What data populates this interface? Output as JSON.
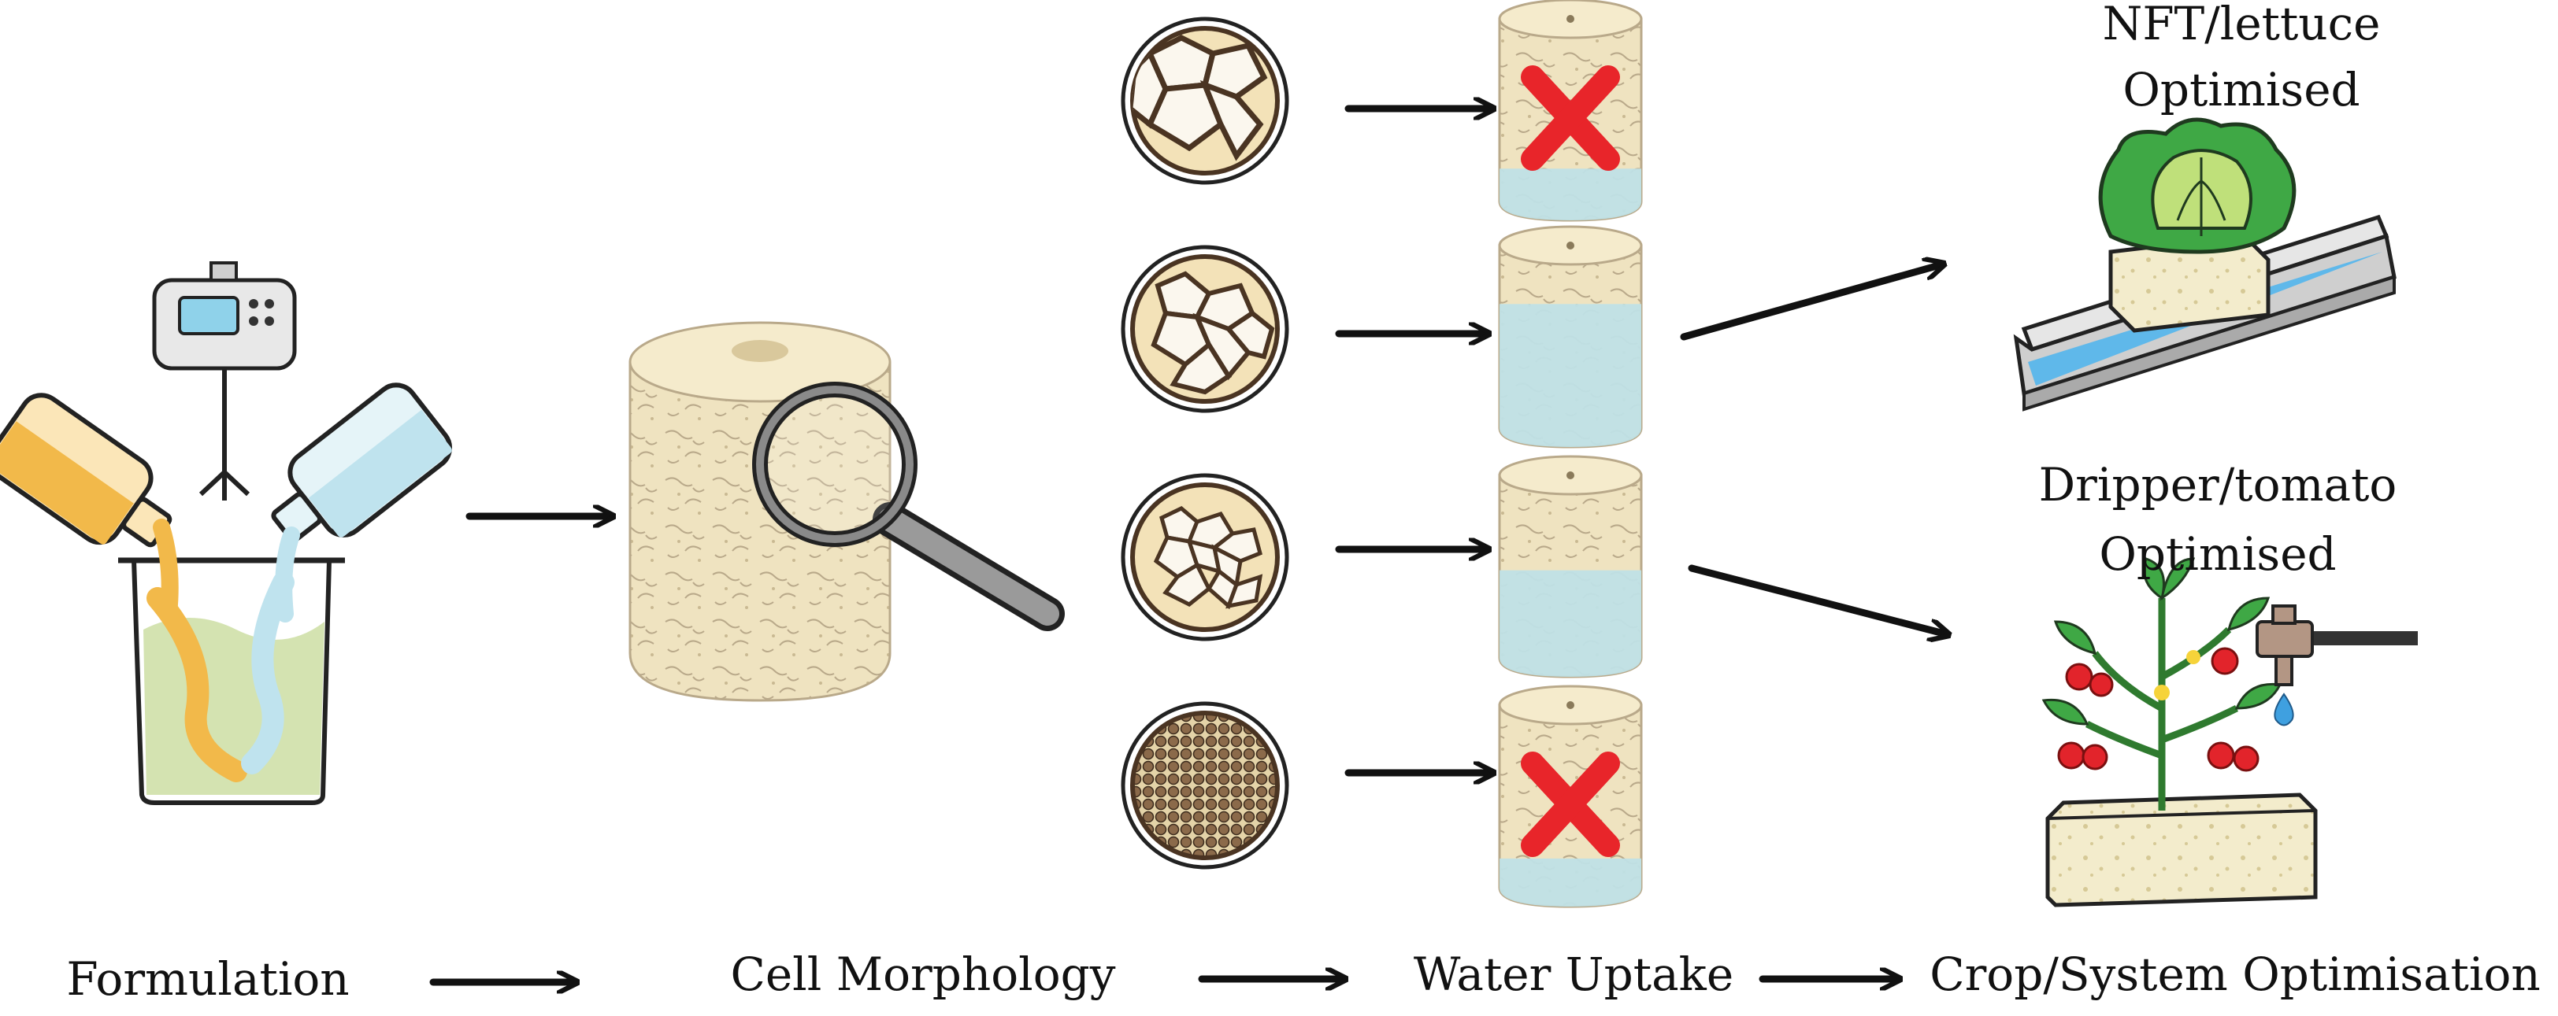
{
  "stages": {
    "formulation": "Formulation",
    "cell_morphology": "Cell Morphology",
    "water_uptake": "Water Uptake",
    "crop_optimisation": "Crop/System Optimisation"
  },
  "outcomes": {
    "nft_line1": "NFT/lettuce",
    "nft_line2": "Optimised",
    "dripper_line1": "Dripper/tomato",
    "dripper_line2": "Optimised"
  },
  "rows": [
    {
      "morphology": "large-cells",
      "uptake_fraction": 0.18,
      "result": "rejected"
    },
    {
      "morphology": "medium-cells",
      "uptake_fraction": 0.68,
      "result": "nft-lettuce"
    },
    {
      "morphology": "mixed-cells",
      "uptake_fraction": 0.48,
      "result": "dripper-tomato"
    },
    {
      "morphology": "fine-cells",
      "uptake_fraction": 0.16,
      "result": "rejected"
    }
  ],
  "icons": [
    "beaker-icon",
    "mixer-icon",
    "bottle-icon",
    "foam-cylinder-icon",
    "magnifier-icon",
    "cross-icon",
    "lettuce-icon",
    "nft-channel-icon",
    "tomato-plant-icon",
    "dripper-tap-icon",
    "water-drop-icon"
  ],
  "colors": {
    "foam": "#efe3c0",
    "water": "#bfe0e6",
    "cross": "#e8252a",
    "leaf": "#3fa845",
    "tomato": "#e2242b",
    "orange_liquid": "#f2b94a",
    "blue_liquid": "#bfe3ee"
  }
}
